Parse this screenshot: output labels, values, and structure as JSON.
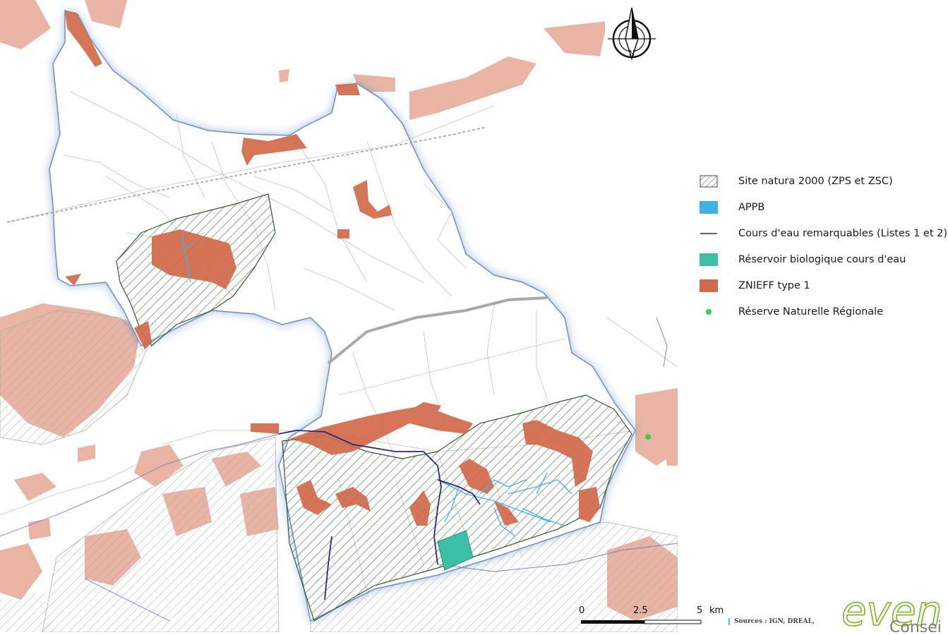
{
  "legend": {
    "items": [
      {
        "label": "Site natura 2000 (ZPS et ZSC)",
        "symbol": "hatch",
        "color": "#2f5a2f"
      },
      {
        "label": "APPB",
        "symbol": "fill",
        "color": "#3fb1e8"
      },
      {
        "label": "Cours d'eau remarquables (Listes 1 et 2)",
        "symbol": "line",
        "color": "#2a2a7a"
      },
      {
        "label": "Réservoir biologique cours d'eau",
        "symbol": "fill",
        "color": "#3cbfa6"
      },
      {
        "label": "ZNIEFF type 1",
        "symbol": "fill",
        "color": "#d1694a"
      },
      {
        "label": "Réserve Naturelle Régionale",
        "symbol": "dot",
        "color": "#35d04a"
      }
    ]
  },
  "scale": {
    "labels": [
      "0",
      "2.5",
      "5",
      "km"
    ]
  },
  "sources": {
    "text": "Sources : IGN, DREAL,"
  },
  "logo": {
    "text": "even",
    "subtext": "Consei",
    "color": "#7ab51d"
  },
  "compass": {
    "letter": "N"
  },
  "colors": {
    "commune_fill": "#ffffff",
    "commune_halo": "#4a7fc0",
    "znieff_outside": "#e9b4a4",
    "znieff_inside": "#d1694a",
    "natura_hatch": "#2f5a2f",
    "road": "#b8b8b8",
    "river": "#2a2a7a",
    "appb": "#3fb1e8"
  }
}
